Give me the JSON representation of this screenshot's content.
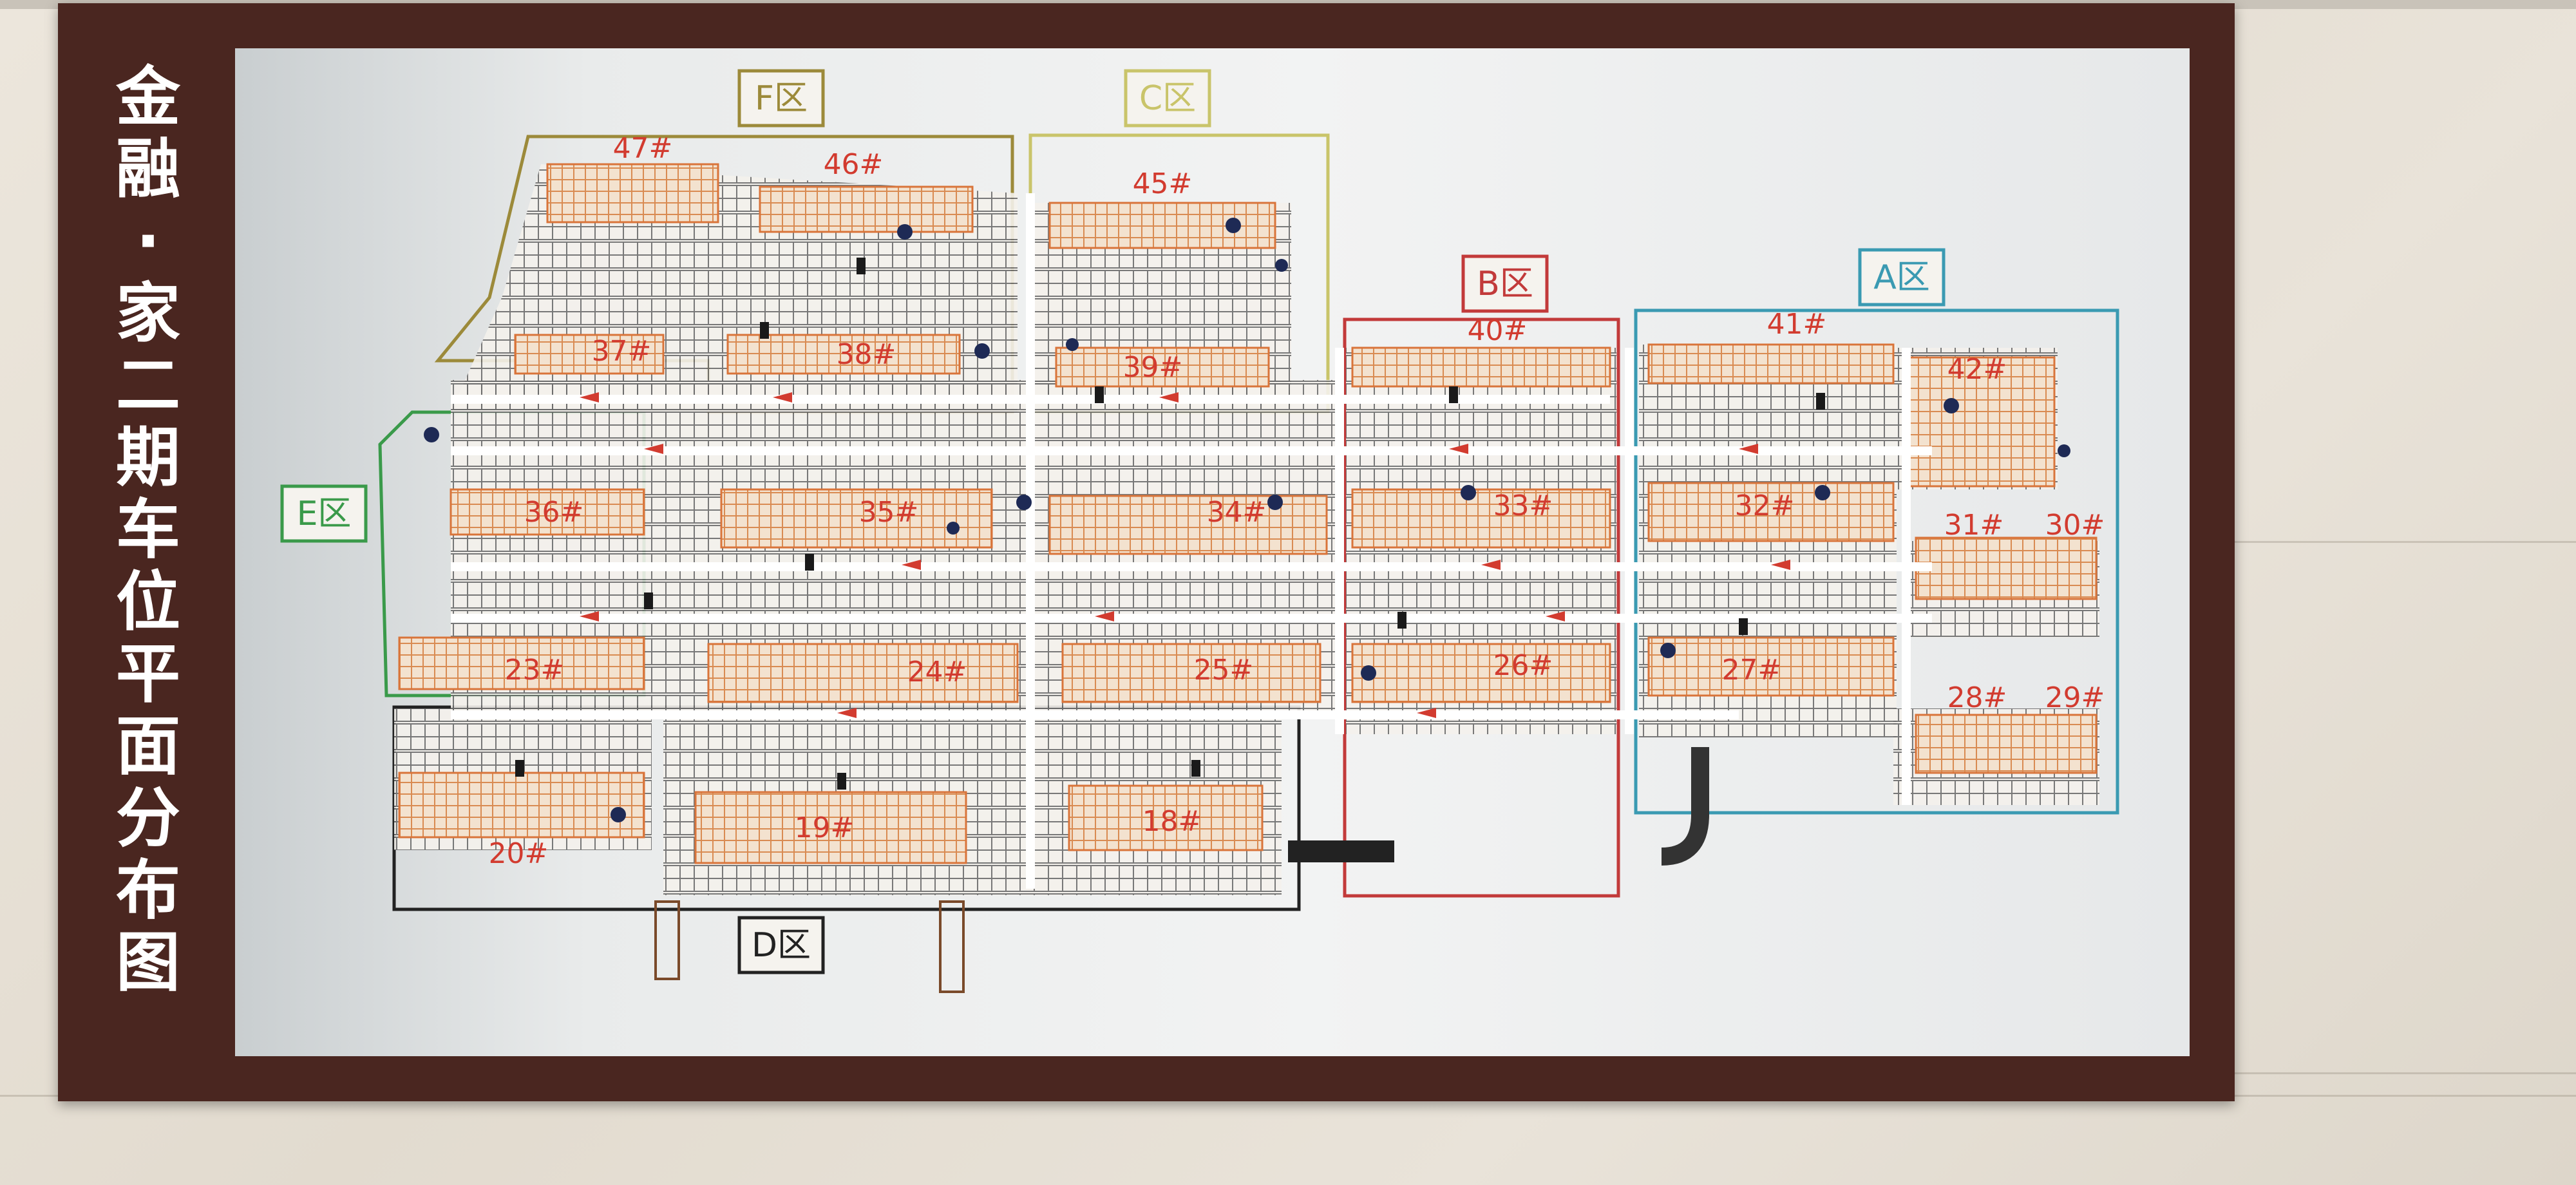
{
  "board": {
    "title_chars": [
      "金",
      "融",
      "·",
      "家",
      "二",
      "期",
      "车",
      "位",
      "平",
      "面",
      "分",
      "布",
      "图"
    ]
  },
  "zones": {
    "F": "F区",
    "C": "C区",
    "B": "B区",
    "A": "A区",
    "E": "E区",
    "D": "D区"
  },
  "zone_colors": {
    "F": "#9c8a3a",
    "C": "#c9c46a",
    "B": "#c23a3a",
    "A": "#3a9ab2",
    "E": "#3a9a4a",
    "D": "#222222"
  },
  "buildings": {
    "b47": "47#",
    "b46": "46#",
    "b45": "45#",
    "b40": "40#",
    "b41": "41#",
    "b42": "42#",
    "b37": "37#",
    "b38": "38#",
    "b39": "39#",
    "b36": "36#",
    "b35": "35#",
    "b34": "34#",
    "b33": "33#",
    "b32": "32#",
    "b31": "31#",
    "b30": "30#",
    "b23": "23#",
    "b24": "24#",
    "b25": "25#",
    "b26": "26#",
    "b27": "27#",
    "b28": "28#",
    "b29": "29#",
    "b20": "20#",
    "b19": "19#",
    "b18": "18#"
  }
}
